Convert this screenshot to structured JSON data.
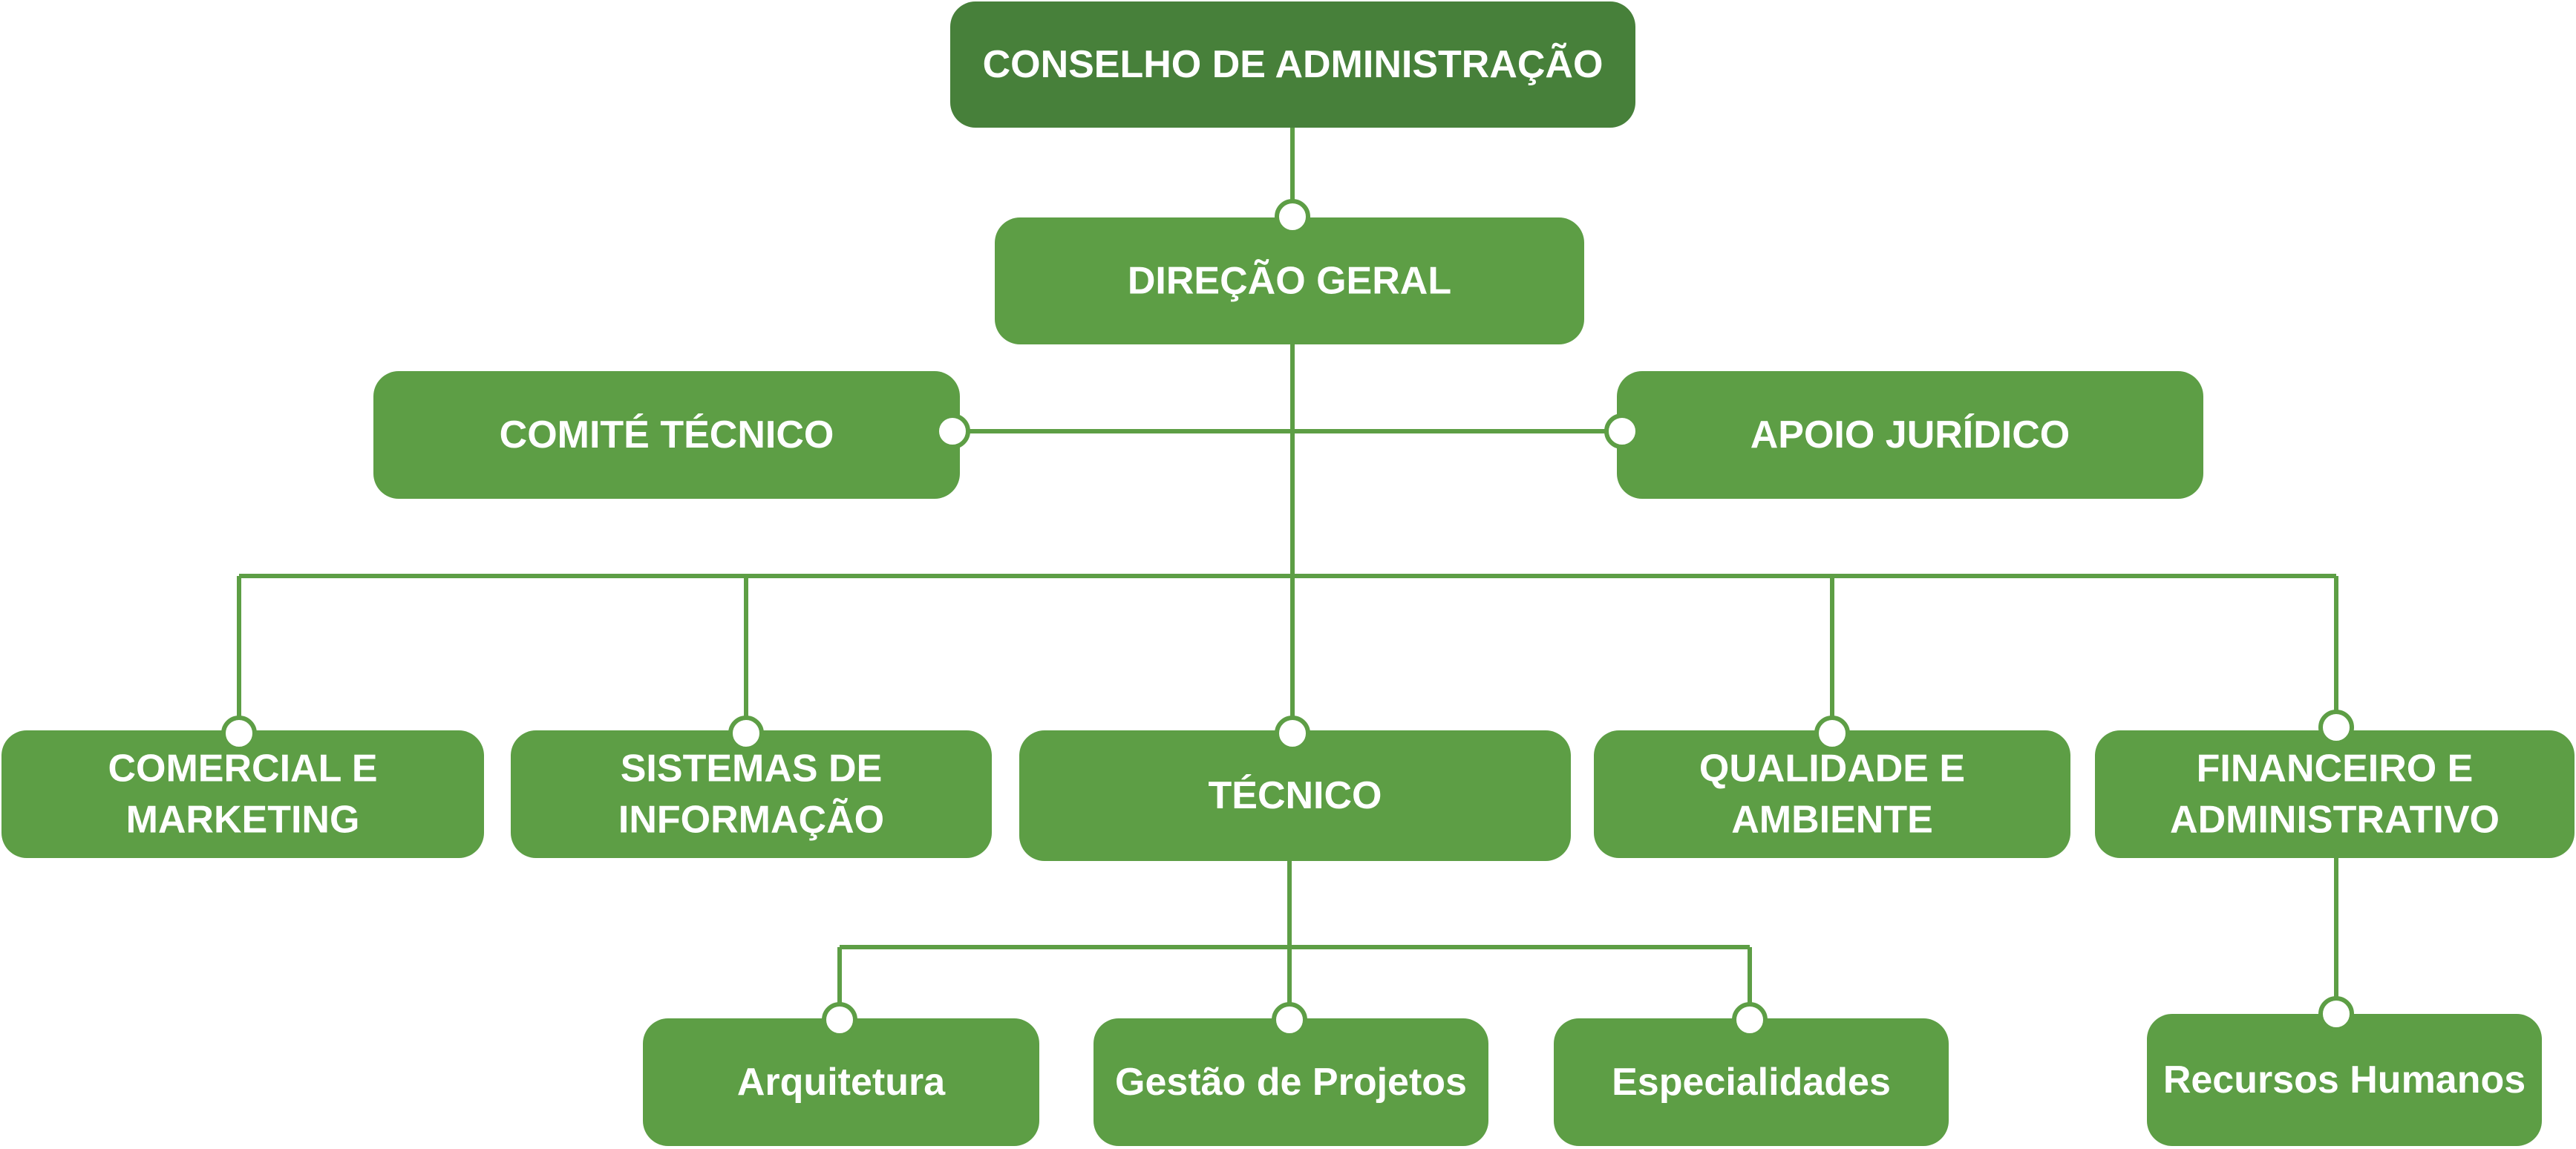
{
  "colors": {
    "top": "#47803a",
    "box": "#5d9e45",
    "line": "#5d9e45",
    "text": "#ffffff"
  },
  "nodes": {
    "board": {
      "lines": [
        "CONSELHO DE ADMINISTRAÇÃO"
      ]
    },
    "general_direction": {
      "lines": [
        "DIREÇÃO GERAL"
      ]
    },
    "technical_committee": {
      "lines": [
        "COMITÉ TÉCNICO"
      ]
    },
    "legal_support": {
      "lines": [
        "APOIO JURÍDICO"
      ]
    },
    "commercial_marketing": {
      "lines": [
        "COMERCIAL E",
        "MARKETING"
      ]
    },
    "information_systems": {
      "lines": [
        "SISTEMAS DE",
        "INFORMAÇÃO"
      ]
    },
    "technical": {
      "lines": [
        "TÉCNICO"
      ]
    },
    "quality_environment": {
      "lines": [
        "QUALIDADE E",
        "AMBIENTE"
      ]
    },
    "finance_admin": {
      "lines": [
        "FINANCEIRO E",
        "ADMINISTRATIVO"
      ]
    },
    "architecture": {
      "lines": [
        "Arquitetura"
      ]
    },
    "project_management": {
      "lines": [
        "Gestão de Projetos"
      ]
    },
    "specialties": {
      "lines": [
        "Especialidades"
      ]
    },
    "human_resources": {
      "lines": [
        "Recursos Humanos"
      ]
    }
  }
}
